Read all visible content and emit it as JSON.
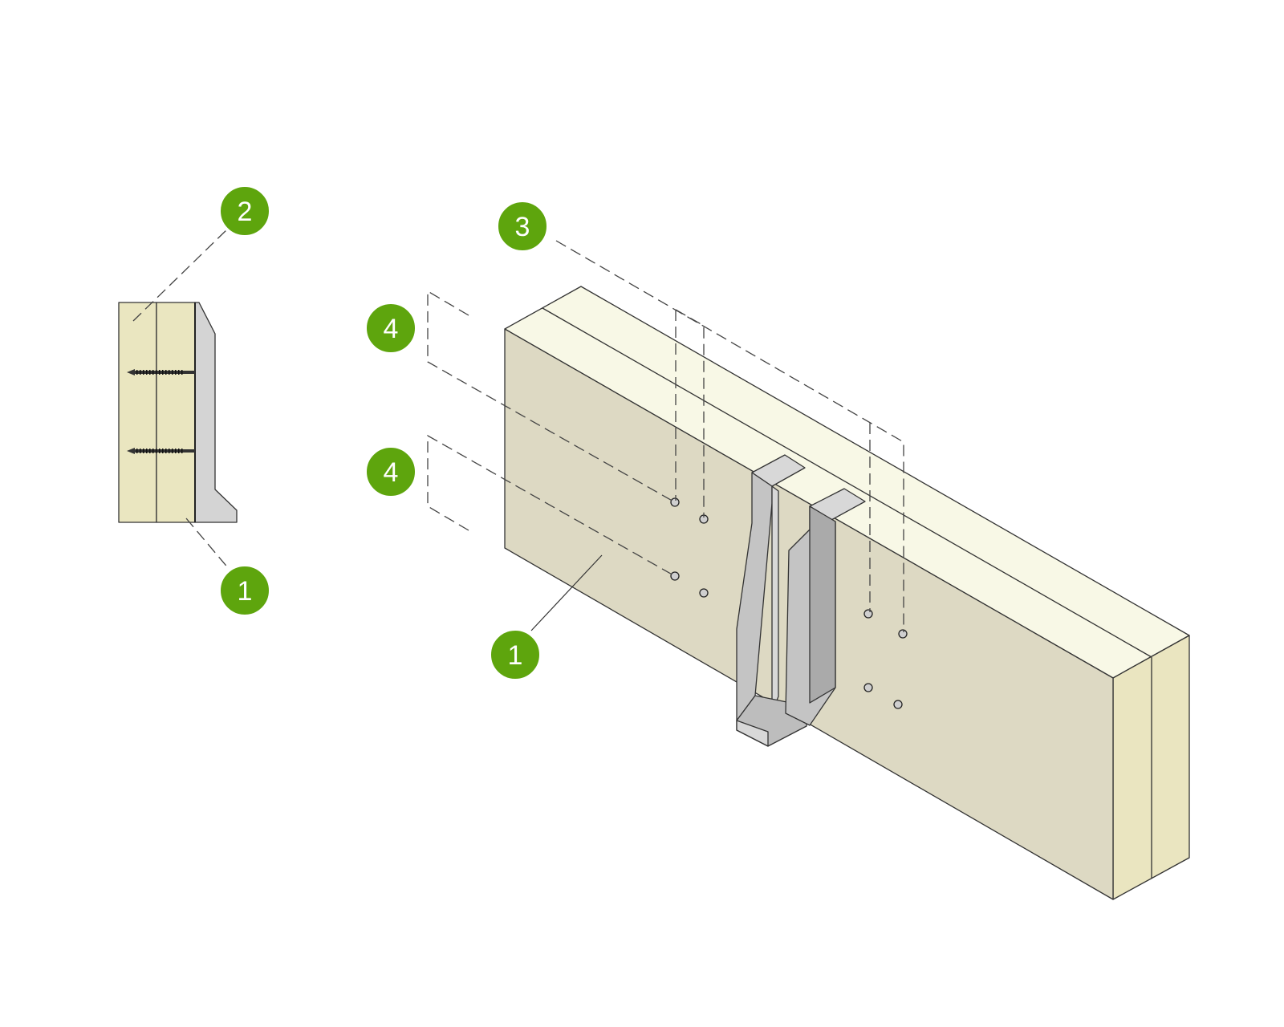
{
  "colors": {
    "background": "#ffffff",
    "timber_front": "#ddd9c3",
    "timber_top": "#f8f8e6",
    "timber_side": "#eae5c0",
    "section_timber": "#eae6c0",
    "steel_light": "#d8d8d8",
    "steel_mid": "#c4c4c4",
    "steel_dark": "#aaaaaa",
    "callout_fill": "#5ea50d",
    "callout_text": "#ffffff",
    "line": "#333333"
  },
  "callouts": {
    "section_top": "2",
    "section_bottom": "1",
    "iso_top": "3",
    "iso_upper_left": "4",
    "iso_lower_left": "4",
    "iso_front": "1"
  }
}
